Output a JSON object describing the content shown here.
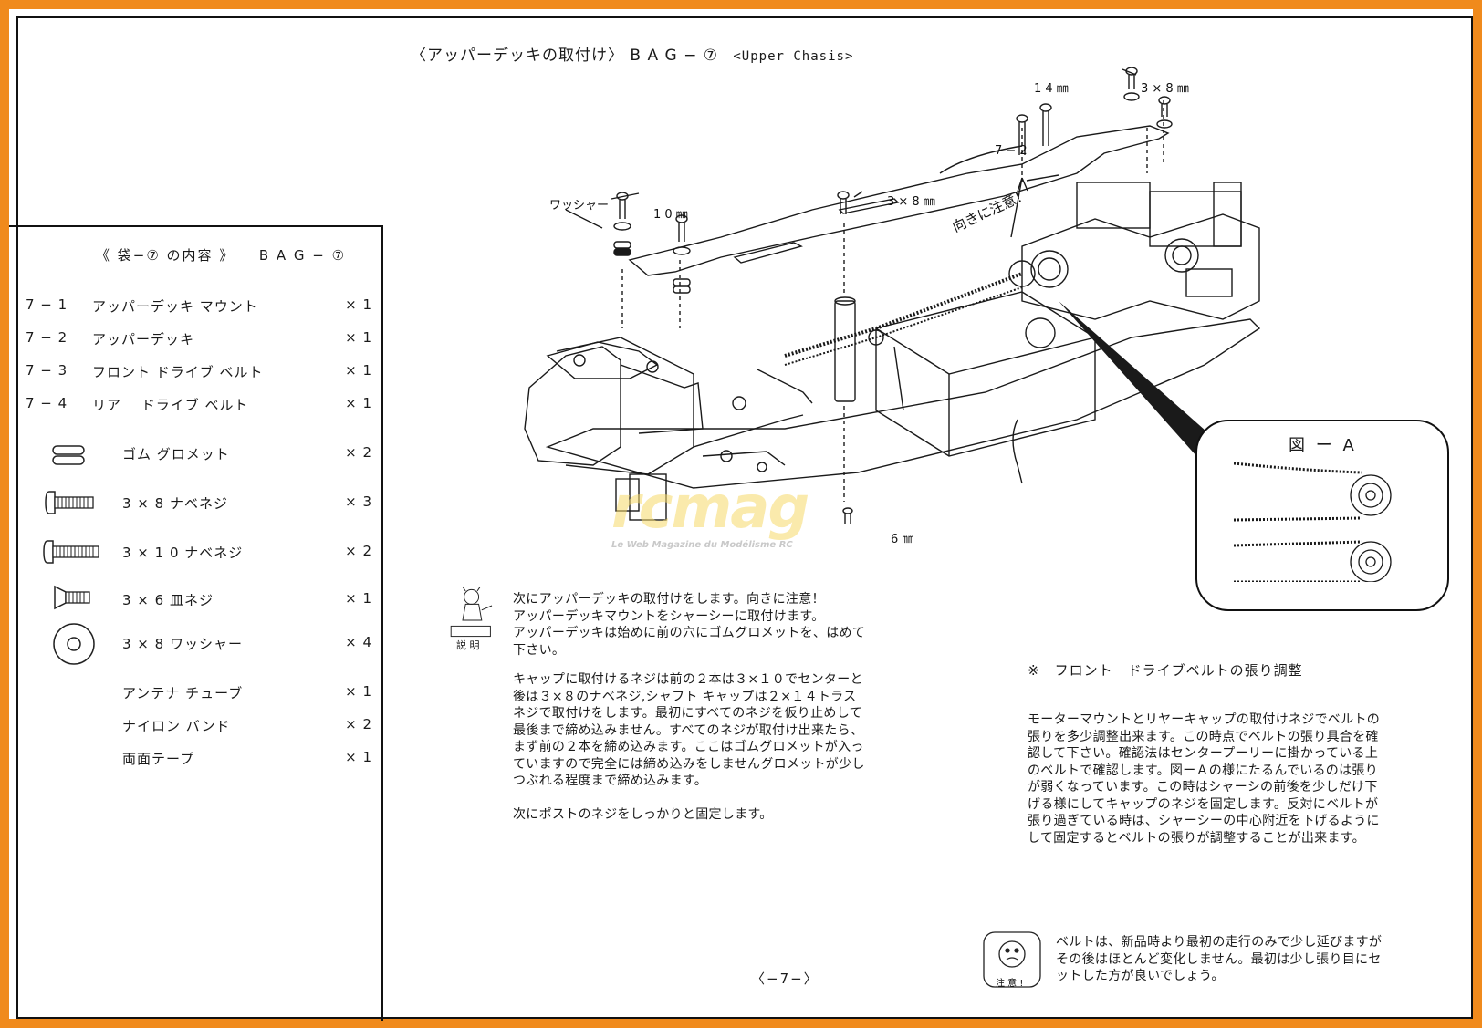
{
  "page": {
    "title_jp": "〈アッパーデッキの取付け〉 B A G − ⑦",
    "title_en": "<Upper Chasis>",
    "page_number": "〈−7−〉"
  },
  "bag": {
    "header": "《 袋−⑦ の内容 》　　B A G − ⑦",
    "items": [
      {
        "code": "7 − 1",
        "name": "アッパーデッキ マウント",
        "qty": "× 1"
      },
      {
        "code": "7 − 2",
        "name": "アッパーデッキ",
        "qty": "× 1"
      },
      {
        "code": "7 − 3",
        "name": "フロント ドライブ ベルト",
        "qty": "× 1"
      },
      {
        "code": "7 − 4",
        "name": "リア　 ドライブ ベルト",
        "qty": "× 1"
      }
    ],
    "parts": [
      {
        "icon": "grommet-icon",
        "name": "ゴム グロメット",
        "qty": "× 2"
      },
      {
        "icon": "screw-3x8-icon",
        "name": "3 × 8  ナベネジ",
        "qty": "× 3"
      },
      {
        "icon": "screw-3x10-icon",
        "name": "3 × 1 0  ナベネジ",
        "qty": "× 2"
      },
      {
        "icon": "flat-screw-icon",
        "name": "3 × 6  皿ネジ",
        "qty": "× 1"
      },
      {
        "icon": "washer-icon",
        "name": "3 × 8  ワッシャー",
        "qty": "× 4"
      },
      {
        "icon": "",
        "name": "アンテナ チューブ",
        "qty": "× 1"
      },
      {
        "icon": "",
        "name": "ナイロン バンド",
        "qty": "× 2"
      },
      {
        "icon": "",
        "name": "両面テープ",
        "qty": "× 1"
      }
    ]
  },
  "diagram": {
    "labels": {
      "washer": "ワッシャー",
      "ten_mm": "1 0 ㎜",
      "fourteen_mm": "1 4 ㎜",
      "three_by_eight_top": "3 × 8 ㎜",
      "three_by_eight_mid": "3 × 8 ㎜",
      "part_7_2": "7 − 2",
      "direction_note": "向きに注意！",
      "six_mm": "6 ㎜"
    },
    "figure_a_title": "図 ー A"
  },
  "instructions": {
    "icon_label": "説 明",
    "para1": [
      "次にアッパーデッキの取付けをします。向きに注意！",
      "アッパーデッキマウントをシャーシーに取付けます。",
      "アッパーデッキは始めに前の穴にゴムグロメットを、はめて",
      "下さい。"
    ],
    "para2": [
      "キャップに取付けるネジは前の２本は３×１０でセンターと",
      "後は３×８のナベネジ,シャフト キャップは２×１４トラス",
      "ネジで取付けをします。最初にすべてのネジを仮り止めして",
      "最後まで締め込みません。すべてのネジが取付け出来たら、",
      "まず前の２本を締め込みます。ここはゴムグロメットが入っ",
      "ていますので完全には締め込みをしませんグロメットが少し",
      "つぶれる程度まで締め込みます。"
    ],
    "para3": [
      "次にポストのネジをしっかりと固定します。"
    ]
  },
  "belt_adjust": {
    "heading": "※　フロント　ドライブベルトの張り調整",
    "body": [
      "モーターマウントとリヤーキャップの取付けネジでベルトの",
      "張りを多少調整出来ます。この時点でベルトの張り具合を確",
      "認して下さい。確認法はセンタープーリーに掛かっている上",
      "のベルトで確認します。図ーＡの様にたるんでいるのは張り",
      "が弱くなっています。この時はシャーシの前後を少しだけ下",
      "げる様にしてキャップのネジを固定します。反対にベルトが",
      "張り過ぎている時は、シャーシーの中心附近を下げるように",
      "して固定するとベルトの張りが調整することが出来ます。"
    ]
  },
  "caution": {
    "icon_label": "注 意 !",
    "body": [
      "ベルトは、新品時より最初の走行のみで少し延びますが",
      "その後はほとんど変化しません。最初は少し張り目にセ",
      "ットした方が良いでしょう。"
    ]
  },
  "watermark": {
    "brand": "rcmag",
    "tagline": "Le Web Magazine du Modélisme RC"
  }
}
